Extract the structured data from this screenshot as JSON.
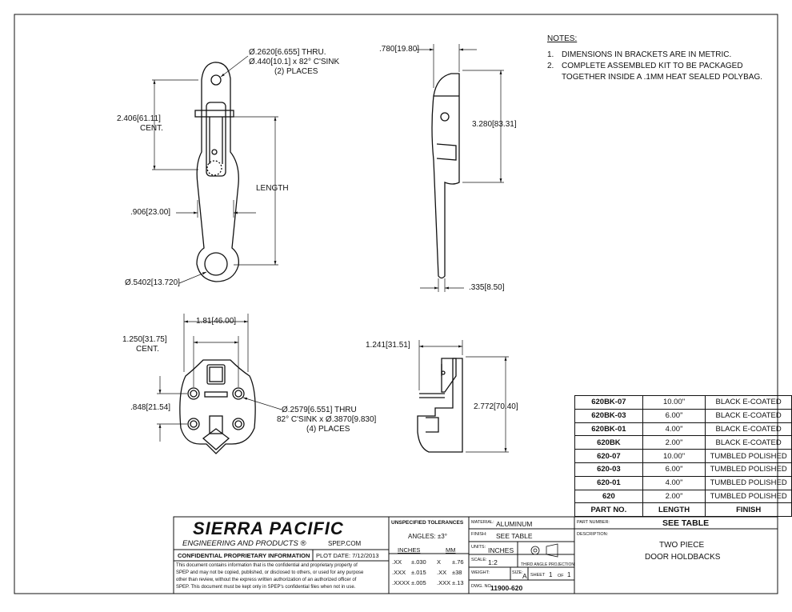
{
  "notes": {
    "heading": "NOTES:",
    "items": [
      {
        "num": "1.",
        "text": "DIMENSIONS IN BRACKETS ARE IN METRIC."
      },
      {
        "num": "2.",
        "text": "COMPLETE ASSEMBLED KIT TO BE PACKAGED"
      },
      {
        "num": "",
        "text": "TOGETHER INSIDE A .1MM HEAT SEALED POLYBAG."
      }
    ]
  },
  "dims": {
    "hole_thru": "Ø.2620[6.655] THRU.",
    "hole_csink": "Ø.440[10.1] x 82° C'SINK",
    "hole_places": "(2) PLACES",
    "cent1_val": "2.406[61.11]",
    "cent1_lbl": "CENT.",
    "length": "LENGTH",
    "width_906": ".906[23.00]",
    "dia_5402": "Ø.5402[13.720]",
    "d_780": ".780[19.80]",
    "d_3280": "3.280[83.31]",
    "d_335": ".335[8.50]",
    "d_181": "1.81[46.00]",
    "cent2_val": "1.250[31.75]",
    "cent2_lbl": "CENT.",
    "d_848": ".848[21.54]",
    "hole2_thru": "Ø.2579[6.551] THRU",
    "hole2_csink": "82° C'SINK x Ø.3870[9.830]",
    "hole2_places": "(4) PLACES",
    "d_1241": "1.241[31.51]",
    "d_2772": "2.772[70.40]"
  },
  "parts_table": {
    "rows": [
      {
        "part": "620BK-07",
        "length": "10.00\"",
        "finish": "BLACK E-COATED"
      },
      {
        "part": "620BK-03",
        "length": "6.00\"",
        "finish": "BLACK E-COATED"
      },
      {
        "part": "620BK-01",
        "length": "4.00\"",
        "finish": "BLACK E-COATED"
      },
      {
        "part": "620BK",
        "length": "2.00\"",
        "finish": "BLACK E-COATED"
      },
      {
        "part": "620-07",
        "length": "10.00\"",
        "finish": "TUMBLED POLISHED"
      },
      {
        "part": "620-03",
        "length": "6.00\"",
        "finish": "TUMBLED POLISHED"
      },
      {
        "part": "620-01",
        "length": "4.00\"",
        "finish": "TUMBLED POLISHED"
      },
      {
        "part": "620",
        "length": "2.00\"",
        "finish": "TUMBLED POLISHED"
      }
    ],
    "header": {
      "part": "PART NO.",
      "length": "LENGTH",
      "finish": "FINISH"
    }
  },
  "title_block": {
    "company": "SIERRA PACIFIC",
    "company_sub": "ENGINEERING AND PRODUCTS",
    "reg": "®",
    "website": "SPEP.COM",
    "confidential_title": "CONFIDENTIAL PROPRIETARY INFORMATION",
    "plot_date": "PLOT DATE: 7/12/2013",
    "confidential_text": [
      "This document contains information that is the confidential and proprietary property of",
      "SPEP and may not be copied, published, or disclosed to others, or used for any purpose",
      "other than review, without the express written authorization of an authorized officer of",
      "SPEP. This document must be kept only in SPEP's confidential files when not in use."
    ],
    "tol_title": "UNSPECIFIED TOLERANCES",
    "tol_angles": "ANGLES: ±3°",
    "tol_inches": "INCHES",
    "tol_mm": "MM",
    "tol_rows": [
      {
        "a": ".XX",
        "b": "±.030",
        "c": "X",
        "d": "±.76"
      },
      {
        "a": ".XXX",
        "b": "±.015",
        "c": ".XX",
        "d": "±38"
      },
      {
        "a": ".XXXX",
        "b": "±.005",
        "c": ".XXX",
        "d": "±.13"
      }
    ],
    "material_lbl": "MATERIAL:",
    "material": "ALUMINUM",
    "finish_lbl": "FINISH:",
    "finish": "SEE TABLE",
    "units_lbl": "UNITS:",
    "units": "INCHES",
    "scale_lbl": "SCALE:",
    "scale": "1:2",
    "projection": "THIRD ANGLE PROJECTION",
    "weight_lbl": "WEIGHT:",
    "size_lbl": "SIZE:",
    "size": "A",
    "sheet_lbl": "SHEET",
    "sheet": "1",
    "of_lbl": "OF",
    "sheets": "1",
    "dwg_lbl": "DWG. NO.",
    "dwg_no": "11900-620",
    "partnum_lbl": "PART NUMBER:",
    "partnum": "SEE TABLE",
    "desc_lbl": "DESCRIPTION:",
    "desc1": "TWO PIECE",
    "desc2": "DOOR HOLDBACKS"
  }
}
